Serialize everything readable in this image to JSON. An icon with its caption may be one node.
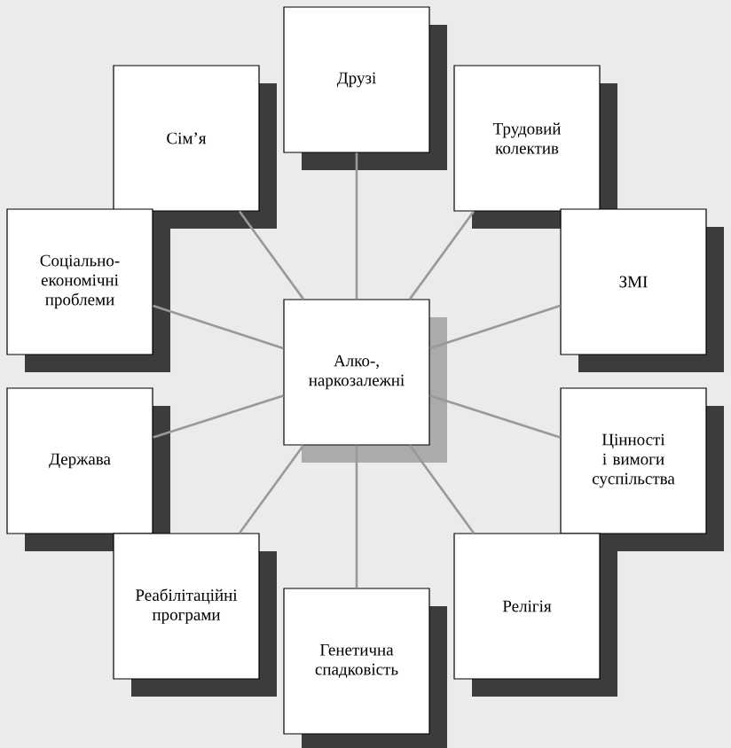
{
  "diagram": {
    "nodes": [
      {
        "text": [
          "Друзі"
        ]
      },
      {
        "text": [
          "Сім’я"
        ]
      },
      {
        "text": [
          "Трудовий колектив"
        ]
      },
      {
        "text": [
          "Соціально-економічні проблеми"
        ]
      },
      {
        "text": [
          "ЗМІ"
        ]
      },
      {
        "text": [
          "Алко-, наркозалежні"
        ]
      },
      {
        "text": [
          "Держава"
        ]
      },
      {
        "text": [
          "Цінності і вимоги суспільства"
        ]
      },
      {
        "text": [
          "Реабілітаційні програми"
        ]
      },
      {
        "text": [
          "Релігія"
        ]
      },
      {
        "text": [
          "Генетична спадковість"
        ]
      }
    ],
    "edges": [
      {
        "from": 5,
        "to": 0,
        "arrow": "none"
      },
      {
        "from": 5,
        "to": 1,
        "arrow": "none"
      },
      {
        "from": 5,
        "to": 2,
        "arrow": "none"
      },
      {
        "from": 5,
        "to": 3,
        "arrow": "none"
      },
      {
        "from": 5,
        "to": 4,
        "arrow": "none"
      },
      {
        "from": 5,
        "to": 6,
        "arrow": "none"
      },
      {
        "from": 5,
        "to": 7,
        "arrow": "none"
      },
      {
        "from": 5,
        "to": 8,
        "arrow": "none"
      },
      {
        "from": 5,
        "to": 9,
        "arrow": "none"
      },
      {
        "from": 5,
        "to": 10,
        "arrow": "none"
      }
    ]
  }
}
